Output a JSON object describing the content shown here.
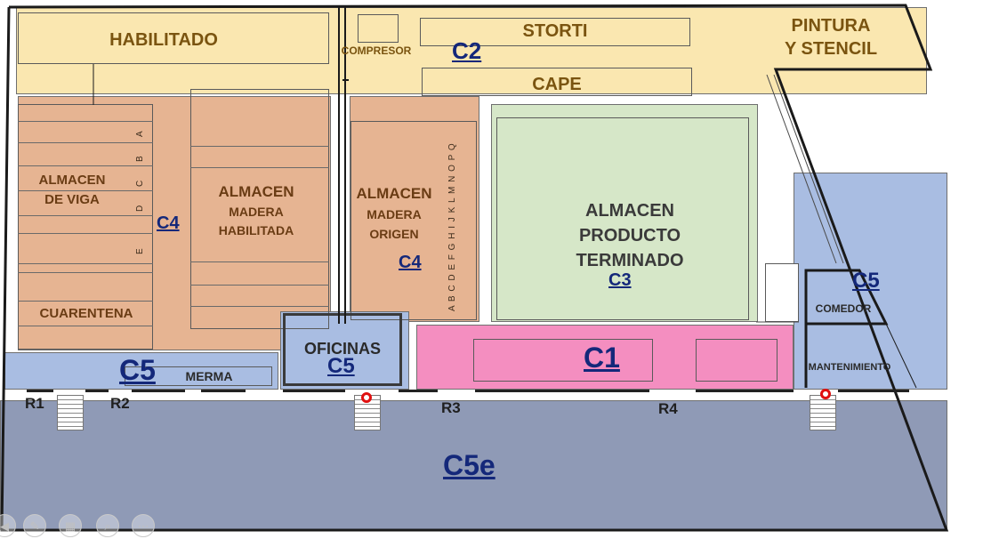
{
  "zones": {
    "habilitado": "HABILITADO",
    "compresor": "COMPRESOR",
    "storti": "STORTI",
    "cape": "CAPE",
    "pintura_line1": "PINTURA",
    "pintura_line2": "Y STENCIL",
    "almacen_viga_line1": "ALMACEN",
    "almacen_viga_line2": "DE VIGA",
    "cuarentena": "CUARENTENA",
    "madera_hab_line1": "ALMACEN",
    "madera_hab_line2": "MADERA",
    "madera_hab_line3": "HABILITADA",
    "madera_origen_line1": "ALMACEN",
    "madera_origen_line2": "MADERA",
    "madera_origen_line3": "ORIGEN",
    "producto_line1": "ALMACEN",
    "producto_line2": "PRODUCTO",
    "producto_line3": "TERMINADO",
    "oficinas": "OFICINAS",
    "merma": "MERMA",
    "comedor": "COMEDOR",
    "mantenimiento": "MANTENIMIENTO"
  },
  "codes": {
    "c2": "C2",
    "c4_left": "C4",
    "c4_right": "C4",
    "c3": "C3",
    "c5_right": "C5",
    "c5_left": "C5",
    "c5_oficinas": "C5",
    "c1": "C1",
    "c5e": "C5e"
  },
  "rack_letters": {
    "viga": [
      "A",
      "B",
      "C",
      "D",
      "E"
    ],
    "origen": "A B C D E F G H I J K L M N O P Q"
  },
  "docks": [
    "R1",
    "R2",
    "R3",
    "R4"
  ],
  "colors": {
    "c2": "#fae7b0",
    "c4": "#e6b492",
    "c3": "#d6e7c8",
    "c5": "#a9bde2",
    "c1": "#f48ec0",
    "c5e": "#8f9ab6",
    "code_text": "#14287a",
    "alarm": "#e01010"
  },
  "viewer_controls": [
    "prev-icon",
    "pen-icon",
    "slides-icon",
    "zoom-icon",
    "more-icon"
  ]
}
